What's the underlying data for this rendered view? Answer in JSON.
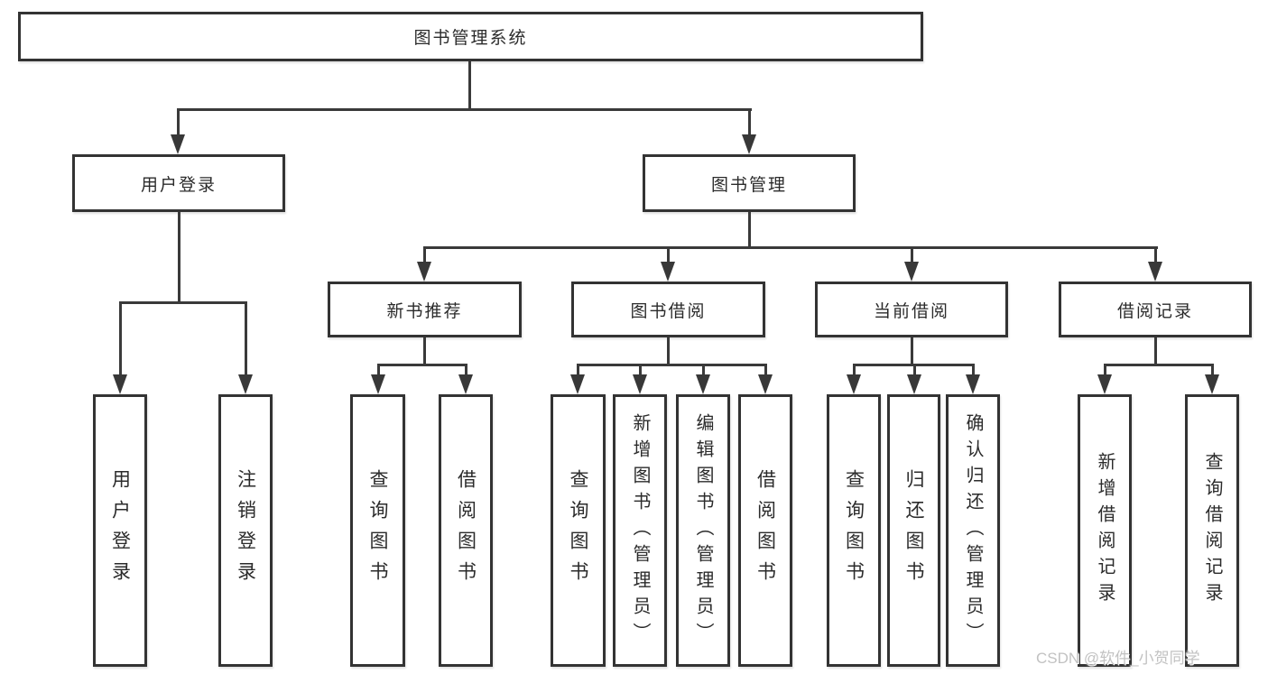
{
  "tree": {
    "label": "图书管理系统",
    "children": [
      {
        "label": "用户登录",
        "children": [
          {
            "label": "用户登录"
          },
          {
            "label": "注销登录"
          }
        ]
      },
      {
        "label": "图书管理",
        "children": [
          {
            "label": "新书推荐",
            "children": [
              {
                "label": "查询图书"
              },
              {
                "label": "借阅图书"
              }
            ]
          },
          {
            "label": "图书借阅",
            "children": [
              {
                "label": "查询图书"
              },
              {
                "label": "新增图书（管理员）"
              },
              {
                "label": "编辑图书（管理员）"
              },
              {
                "label": "借阅图书"
              }
            ]
          },
          {
            "label": "当前借阅",
            "children": [
              {
                "label": "查询图书"
              },
              {
                "label": "归还图书"
              },
              {
                "label": "确认归还（管理员）"
              }
            ]
          },
          {
            "label": "借阅记录",
            "children": [
              {
                "label": "新增借阅记录"
              },
              {
                "label": "查询借阅记录"
              }
            ]
          }
        ]
      }
    ]
  },
  "watermark": {
    "text": "CSDN @软件_小贺同学"
  }
}
